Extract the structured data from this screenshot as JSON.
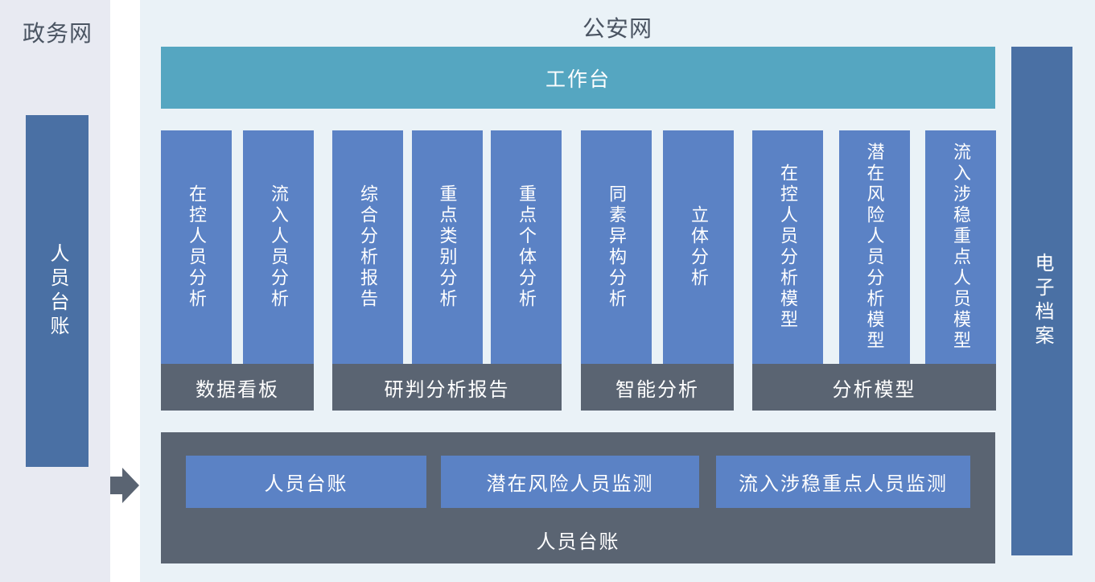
{
  "colors": {
    "left_panel_bg": "#e8eaf2",
    "main_panel_bg": "#eaf2f7",
    "workbench_teal": "#55a6c1",
    "module_bar_blue": "#5b82c5",
    "side_bar_blue": "#4a70a4",
    "group_label_gray": "#5a6472",
    "title_text": "#4a5462",
    "bar_text": "#ffffff"
  },
  "left_panel": {
    "title": "政务网",
    "bar_label": "人员台账"
  },
  "main_panel": {
    "title": "公安网",
    "workbench_label": "工作台",
    "groups": [
      {
        "label": "数据看板",
        "bars": [
          "在控人员分析",
          "流入人员分析"
        ]
      },
      {
        "label": "研判分析报告",
        "bars": [
          "综合分析报告",
          "重点类别分析",
          "重点个体分析"
        ]
      },
      {
        "label": "智能分析",
        "bars": [
          "同素异构分析",
          "立体分析"
        ]
      },
      {
        "label": "分析模型",
        "bars": [
          "在控人员分析模型",
          "潜在风险人员分析模型",
          "流入涉稳重点人员模型"
        ]
      }
    ],
    "right_bar_label": "电子档案",
    "bottom_panel": {
      "label": "人员台账",
      "buttons": [
        "人员台账",
        "潜在风险人员监测",
        "流入涉稳重点人员监测"
      ]
    }
  },
  "icons": {
    "flow_arrow": "right-arrow-icon"
  }
}
